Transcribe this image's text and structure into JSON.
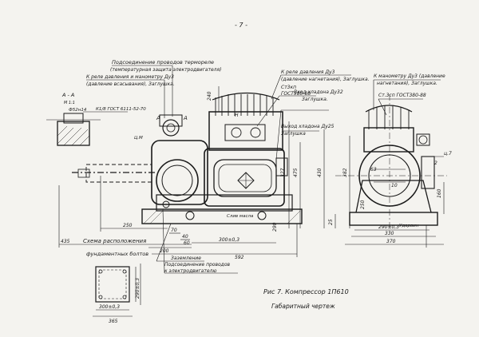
{
  "page_number": "- 7 -",
  "caption": {
    "figure": "Рис 7. Компрессор 1П610",
    "subtitle": "Габаритный чертеж"
  },
  "callouts": {
    "wiring_thermal": "Подсоединение проводов термореле",
    "wiring_thermal_sub": "(температурная защита электродвигателя)",
    "pressure_gauge_left": "К реле давления и манометру Ду3",
    "pressure_gauge_left_sub": "(давление всасывания), Заглушка.",
    "relay_discharge": "К реле давления Ду3",
    "relay_discharge_sub": "(давление нагнетания), Заглушка.",
    "st3kp": "Ст3кп",
    "gost_top": "ГОСТ380-88",
    "freon_inlet": "Вход хладона Ду32",
    "freon_inlet_sub": "Заглушка.",
    "freon_outlet": "Выход хладона Ду25",
    "freon_outlet_sub": "Заглушка",
    "gauge_right": "К манометру Ду3 (давление",
    "gauge_right_sub": "нагнетания), Заглушка.",
    "st3sp": "Ст.3сп ГОСТ380-88",
    "section": "А - А",
    "section_scale": "М 1:1",
    "thread": "Ф52н14",
    "din_thread": "К1/8 ГОСТ 6111-52-70",
    "mark_a1": "А",
    "mark_a2": "А",
    "cm": "Ц.М",
    "oil_drain": "Слив масла",
    "grounding": "Заземление",
    "motor_wiring": "Подсоединение проводов",
    "motor_wiring_sub": "к электродвигателю",
    "foundation": "Схема расположения",
    "foundation_sub": "фундаментных болтов",
    "height_label": "Н",
    "view_label": "Ударвин"
  },
  "dimensions": {
    "d435": "435",
    "d250": "250",
    "d70": "70",
    "d40": "40",
    "d60": "60",
    "d300": "300±0,3",
    "d200_left": "200",
    "d592": "592",
    "d240": "240",
    "d290": "290",
    "d475": "475",
    "d327": "327",
    "d430": "430",
    "d25": "25",
    "d382": "382",
    "d250_right": "250",
    "d290r": "290±0,3",
    "d330": "330",
    "d370": "370",
    "d63": "63",
    "d10": "10",
    "d160": "160",
    "d47": "ц.7",
    "d2": "2",
    "d290f": "290±0,3",
    "d300f": "300±0,3",
    "d365": "365"
  }
}
